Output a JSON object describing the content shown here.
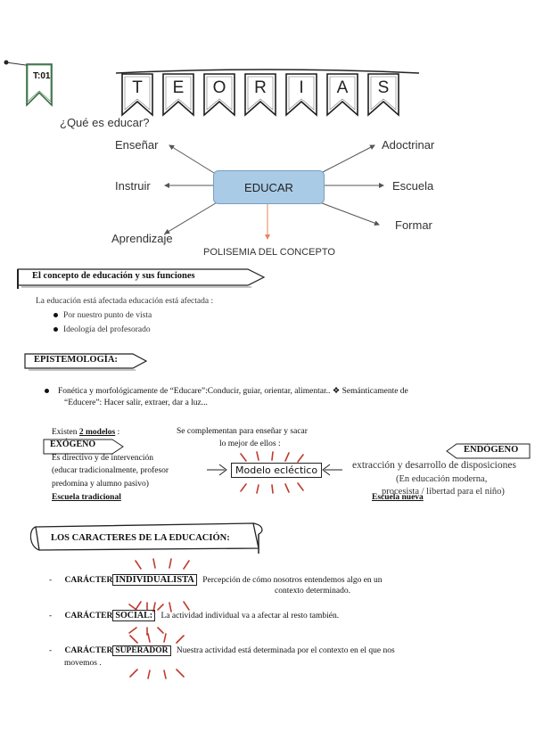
{
  "header": {
    "tag": "T:01",
    "banner_letters": [
      "T",
      "E",
      "O",
      "R",
      "I",
      "A",
      "S"
    ]
  },
  "diagram": {
    "question": "¿Qué es educar?",
    "center": "EDUCAR",
    "left_items": [
      "Enseñar",
      "Instruir",
      "Aprendizaje"
    ],
    "right_items": [
      "Adoctrinar",
      "Escuela",
      "Formar"
    ],
    "caption": "POLISEMIA DEL CONCEPTO",
    "colors": {
      "center_fill": "#a9cbe6",
      "arrow_bottom": "#e8845a"
    }
  },
  "section1": {
    "heading": "El concepto de educación y sus funciones",
    "intro": "La educación está afectada educación está afectada :",
    "bullets": [
      "Por nuestro punto de vista",
      "Ideología del profesorado"
    ]
  },
  "section2": {
    "heading": "EPISTEMOLOGÍA:",
    "line1": "Fonética y morfológicamente de “Educare”:Conducir, guiar, orientar, alimentar.. ❖ Semánticamente de",
    "line2": "“Educere”: Hacer salir, extraer, dar a luz..."
  },
  "models": {
    "exist_prefix": "Existen ",
    "exist_bold": "2 modelos",
    "exist_suffix": " :",
    "complement_1": "Se complementan para enseñar y sacar",
    "complement_2": "lo mejor de ellos :",
    "exogeno": "EXÓGENO",
    "exo_desc_1": "Es directivo y de intervención",
    "exo_desc_2": "(educar tradicionalmente, profesor",
    "exo_desc_3": "predomina y alumno pasivo)",
    "exo_school": "Escuela tradicional",
    "center": "Modelo ecléctico",
    "endogeno": "ENDÓGENO",
    "endo_desc_1": "extracción y desarrollo de disposiciones",
    "endo_desc_2": "(En educación moderna,",
    "endo_desc_3": "procesista / libertad para el niño)",
    "endo_school": "Escuela nueva"
  },
  "section3": {
    "heading": "LOS CARACTERES DE LA EDUCACIÓN:",
    "items": [
      {
        "prefix": "CARÁCTER",
        "keyword": "INDIVIDUALISTA",
        "desc_1": "Percepción de cómo nosotros entendemos algo en un",
        "desc_2": "contexto determinado."
      },
      {
        "prefix": "CARÁCTER",
        "keyword": "SOCIAL:",
        "desc_1": "La actividad individual va a afectar al resto también.",
        "desc_2": ""
      },
      {
        "prefix": "CARÁCTER",
        "keyword": "SUPERADOR",
        "desc_1": "Nuestra actividad está determinada por el contexto en el que nos",
        "desc_2": "movemos ."
      }
    ]
  }
}
